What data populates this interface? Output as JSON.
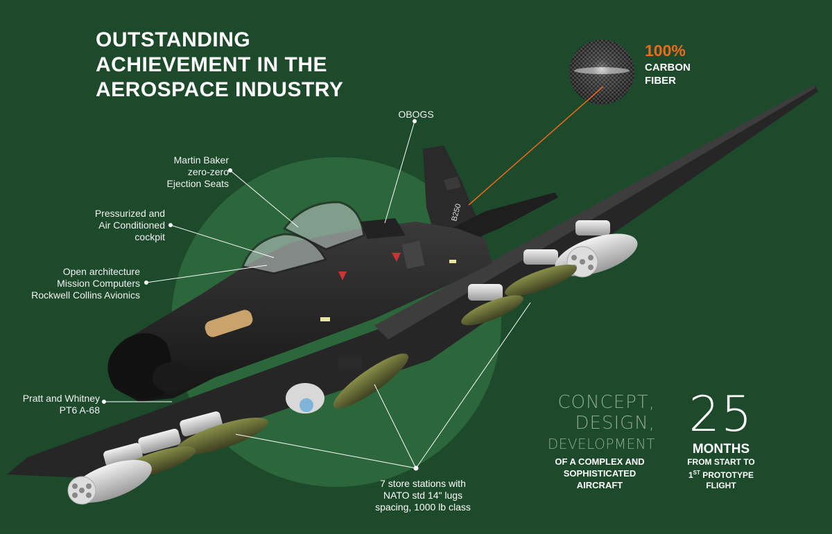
{
  "title": {
    "line1": "OUTSTANDING",
    "line2": "ACHIEVEMENT IN THE",
    "line3": "AEROSPACE INDUSTRY"
  },
  "callouts": {
    "obogs": "OBOGS",
    "ejection": [
      "Martin Baker",
      "zero-zero",
      "Ejection Seats"
    ],
    "cockpit": [
      "Pressurized and",
      "Air Conditioned",
      "cockpit"
    ],
    "avionics": [
      "Open architecture",
      "Mission Computers",
      "Rockwell Collins Avionics"
    ],
    "engine": [
      "Pratt and Whitney",
      "PT6 A-68"
    ],
    "stores": [
      "7 store stations with",
      "NATO std 14\" lugs",
      "spacing, 1000 lb class"
    ]
  },
  "carbon_fiber": {
    "percent": "100%",
    "line1": "CARBON",
    "line2": "FIBER"
  },
  "concept": {
    "line1": "CONCEPT,",
    "line2": "DESIGN,",
    "line3": "DEVELOPMENT",
    "sub1": "OF A COMPLEX AND",
    "sub2": "SOPHISTICATED",
    "sub3": "AIRCRAFT"
  },
  "months": {
    "number": "25",
    "label": "MONTHS",
    "sub1": "FROM START TO",
    "sub2_sup": "ST",
    "sub2_num": "1",
    "sub2_rest": " PROTOTYPE",
    "sub3": "FLIGHT"
  },
  "tail_code": "B250",
  "colors": {
    "background": "#1c4a2a",
    "circle": "#2d6a3d",
    "accent": "#f06a1c",
    "aircraft": "#2b2b2b"
  }
}
